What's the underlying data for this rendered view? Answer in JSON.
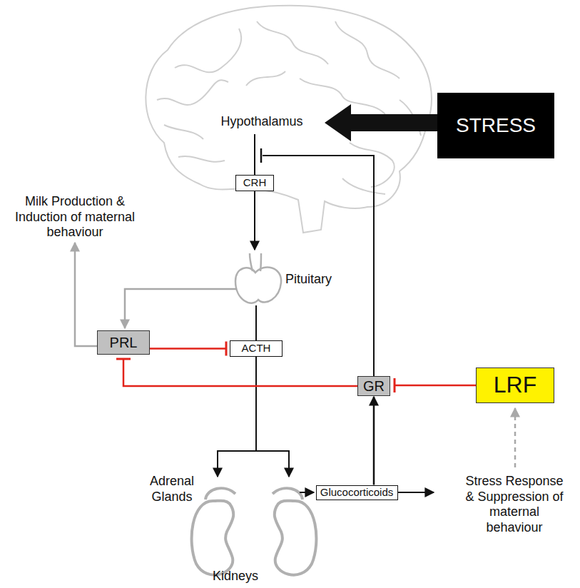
{
  "diagram": {
    "nodes": [
      {
        "text": [
          "STRESS"
        ]
      },
      {
        "text": [
          "CRH"
        ]
      },
      {
        "text": [
          "PRL"
        ]
      },
      {
        "text": [
          "ACTH"
        ]
      },
      {
        "text": [
          "GR"
        ]
      },
      {
        "text": [
          "LRF"
        ]
      },
      {
        "text": [
          "Glucocorticoids"
        ]
      }
    ],
    "edges": [
      {
        "from": 2,
        "to": 3,
        "arrow": "to"
      },
      {
        "from": 4,
        "to": 2,
        "arrow": "to"
      },
      {
        "from": 5,
        "to": 4,
        "arrow": "to"
      },
      {
        "from": 6,
        "to": 4,
        "arrow": "to"
      }
    ],
    "labels": [
      "Hypothalamus",
      "Milk Production & Induction of maternal behaviour",
      "Pituitary",
      "Adrenal Glands",
      "Stress Response & Suppression of maternal behaviour",
      "Kidneys"
    ]
  }
}
